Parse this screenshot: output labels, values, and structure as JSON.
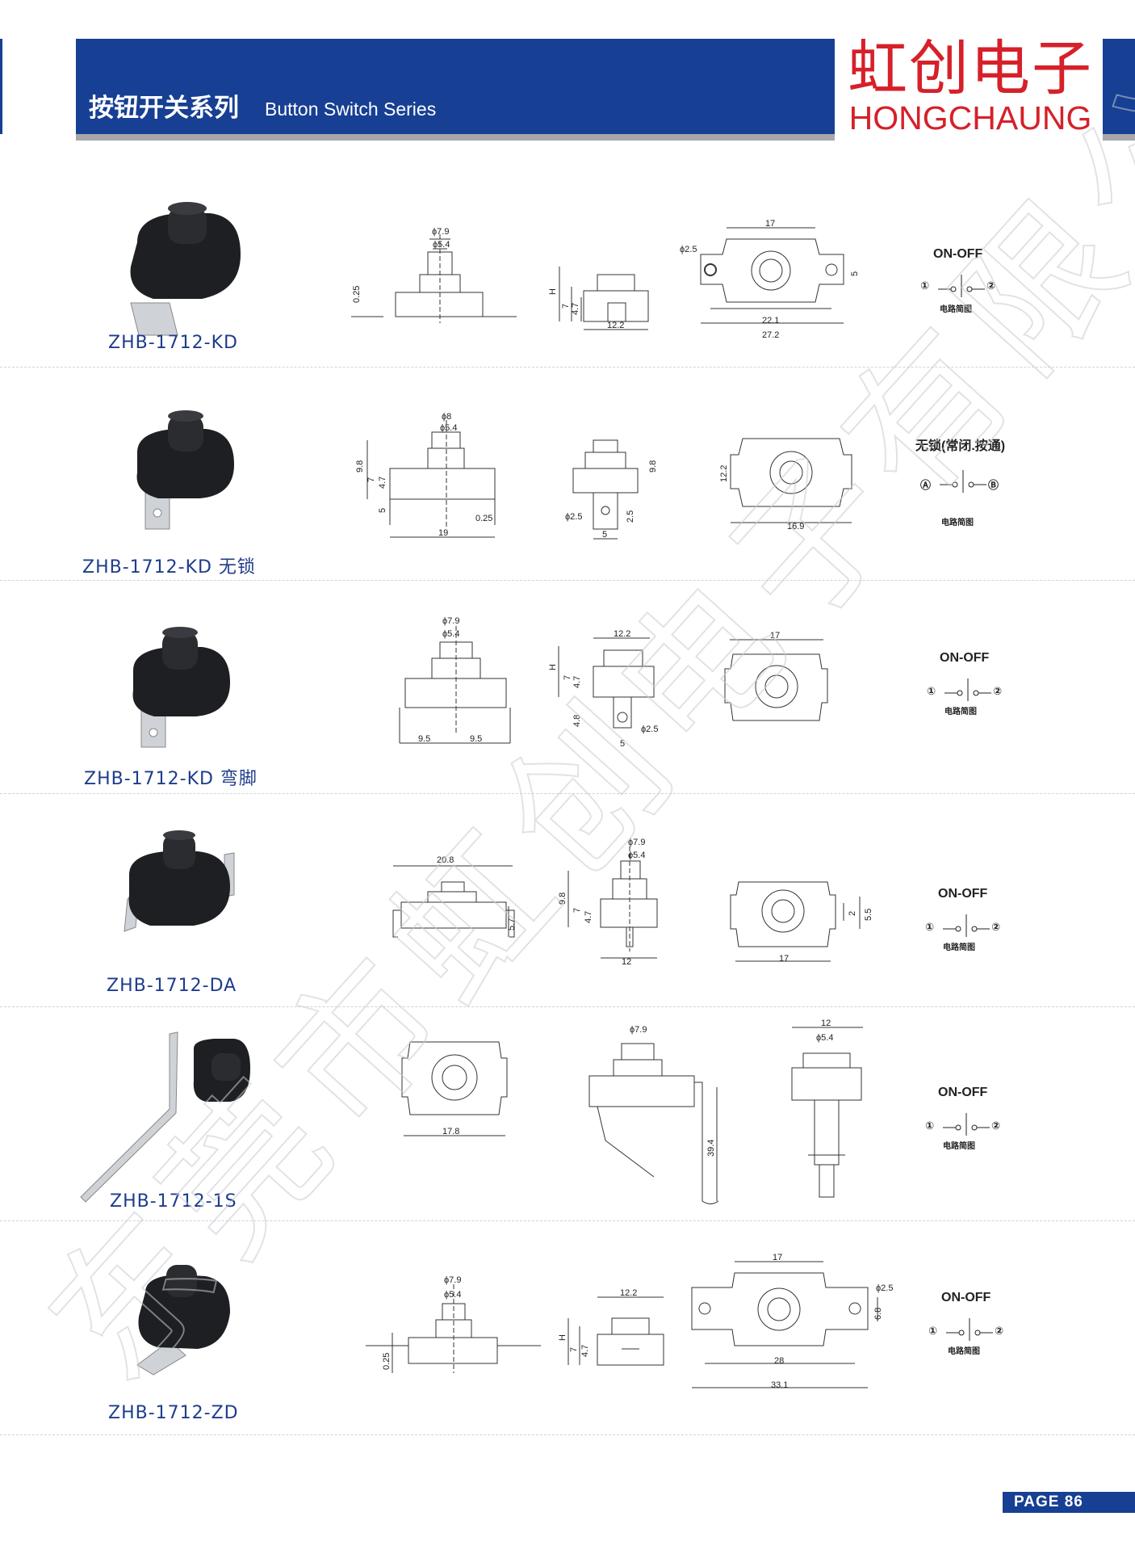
{
  "header": {
    "series_cn": "按钮开关系列",
    "series_en": "Button Switch Series",
    "brand_cn": "虹创电子",
    "brand_en": "HONGCHAUNG"
  },
  "watermark": "东莞市虹创电子有限公司",
  "colors": {
    "header_blue": "#173f93",
    "brand_red": "#d6202a",
    "model_blue": "#1e3c8c"
  },
  "circuit_caption": "电路简图",
  "products": [
    {
      "model": "ZHB-1712-KD",
      "circuit_title": "ON-OFF",
      "terminals": [
        "①",
        "②"
      ],
      "dims": {
        "front": [
          "ϕ7.9",
          "ϕ5.4",
          "0.25"
        ],
        "side": [
          "H",
          "7",
          "4.7",
          "12.2"
        ],
        "top": [
          "17",
          "ϕ2.5",
          "5",
          "22.1",
          "27.2"
        ]
      }
    },
    {
      "model": "ZHB-1712-KD 无锁",
      "circuit_title": "无锁(常闭.按通)",
      "terminals": [
        "Ⓐ",
        "Ⓑ"
      ],
      "dims": {
        "front": [
          "ϕ8",
          "ϕ5.4",
          "9.8",
          "7",
          "4.7",
          "5",
          "0.25",
          "19"
        ],
        "side": [
          "9.8",
          "ϕ2.5",
          "2.5",
          "5"
        ],
        "top": [
          "12.2",
          "16.9"
        ]
      }
    },
    {
      "model": "ZHB-1712-KD 弯脚",
      "circuit_title": "ON-OFF",
      "terminals": [
        "①",
        "②"
      ],
      "dims": {
        "front": [
          "ϕ7.9",
          "ϕ5.4",
          "9.5",
          "9.5"
        ],
        "side": [
          "12.2",
          "H",
          "7",
          "4.7",
          "4.8",
          "ϕ2.5",
          "5"
        ],
        "top": [
          "17"
        ]
      }
    },
    {
      "model": "ZHB-1712-DA",
      "circuit_title": "ON-OFF",
      "terminals": [
        "①",
        "②"
      ],
      "dims": {
        "front": [
          "20.8",
          "5.7"
        ],
        "side": [
          "ϕ7.9",
          "ϕ5.4",
          "9.8",
          "7",
          "4.7",
          "12"
        ],
        "top": [
          "2",
          "5.5",
          "17"
        ]
      }
    },
    {
      "model": "ZHB-1712-1S",
      "circuit_title": "ON-OFF",
      "terminals": [
        "①",
        "②"
      ],
      "dims": {
        "front": [
          "17.8"
        ],
        "side": [
          "ϕ7.9",
          "39.4"
        ],
        "top": [
          "12",
          "ϕ5.4"
        ]
      }
    },
    {
      "model": "ZHB-1712-ZD",
      "circuit_title": "ON-OFF",
      "terminals": [
        "①",
        "②"
      ],
      "dims": {
        "front": [
          "ϕ7.9",
          "ϕ5.4",
          "0.25"
        ],
        "side": [
          "12.2",
          "H",
          "7",
          "4.7"
        ],
        "top": [
          "17",
          "ϕ2.5",
          "6.8",
          "28",
          "33.1"
        ]
      }
    }
  ],
  "page": "PAGE 86"
}
